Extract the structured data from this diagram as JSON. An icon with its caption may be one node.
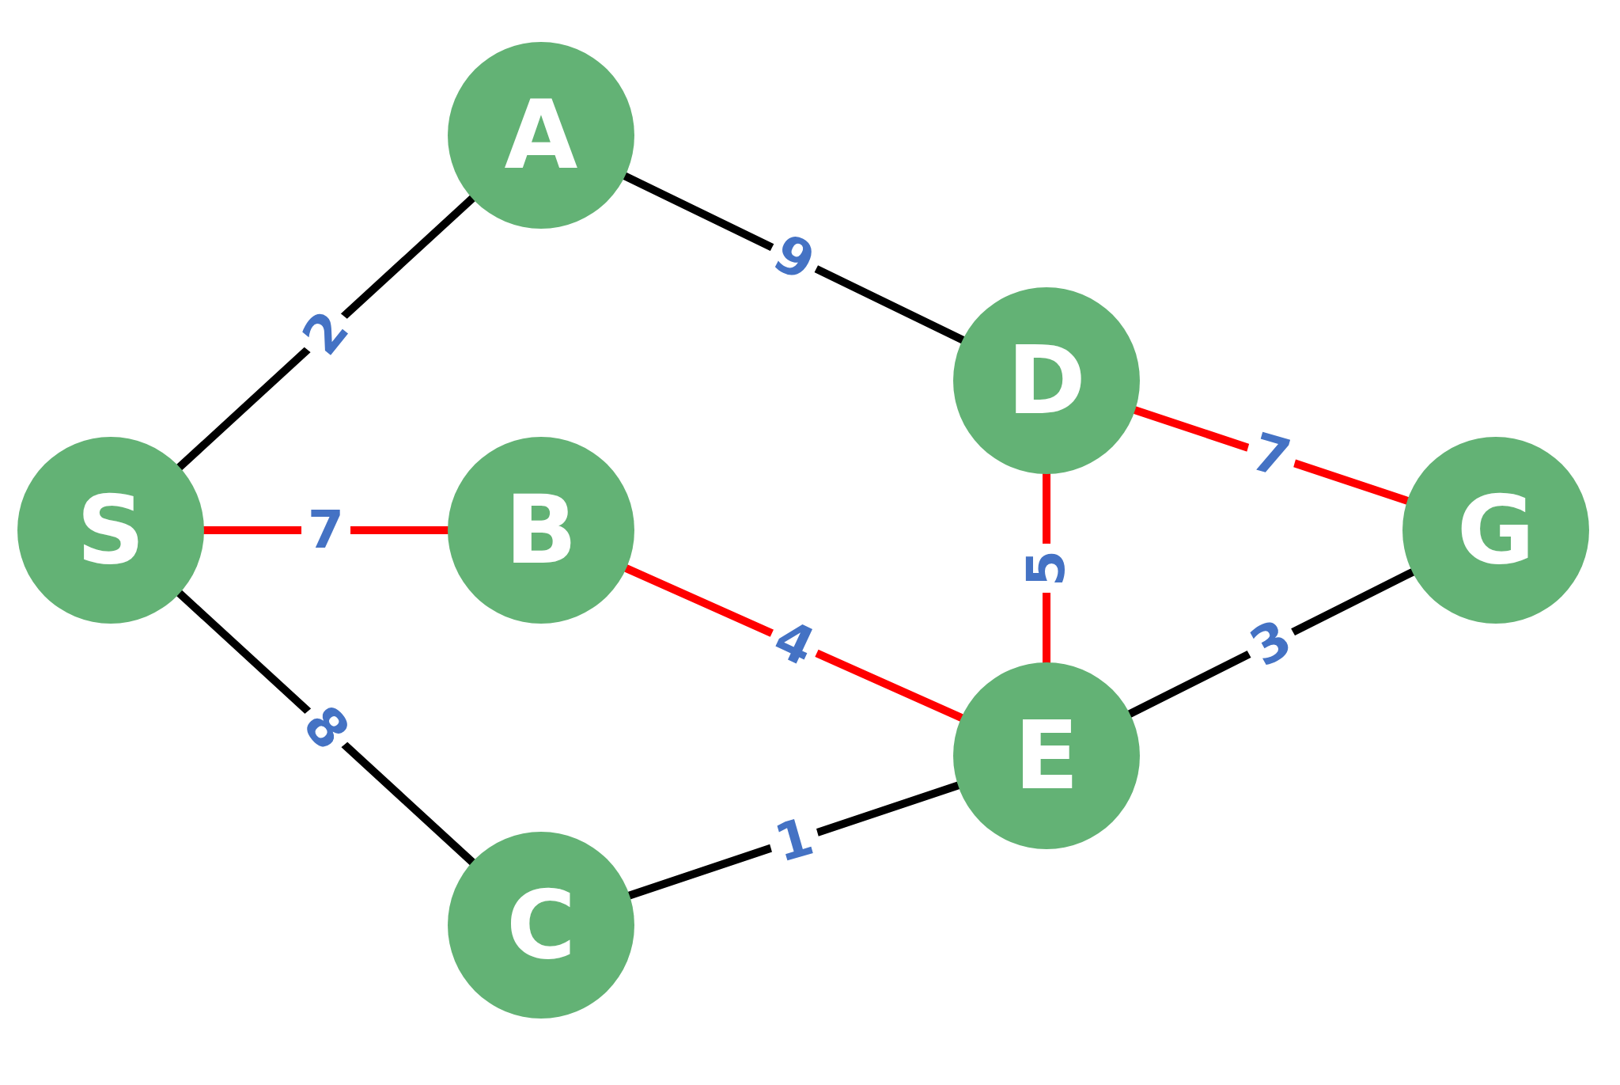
{
  "diagram": {
    "nodes": [
      {
        "text": [
          "S"
        ]
      },
      {
        "text": [
          "A"
        ]
      },
      {
        "text": [
          "B"
        ]
      },
      {
        "text": [
          "C"
        ]
      },
      {
        "text": [
          "D"
        ]
      },
      {
        "text": [
          "E"
        ]
      },
      {
        "text": [
          "G"
        ]
      }
    ],
    "edges": [
      {
        "from": 0,
        "to": 1,
        "arrow": "none",
        "label": "2"
      },
      {
        "from": 0,
        "to": 2,
        "arrow": "none",
        "label": "7",
        "color": "#ff0000"
      },
      {
        "from": 0,
        "to": 3,
        "arrow": "none",
        "label": "8"
      },
      {
        "from": 1,
        "to": 4,
        "arrow": "none",
        "label": "9"
      },
      {
        "from": 2,
        "to": 5,
        "arrow": "none",
        "label": "4",
        "color": "#ff0000"
      },
      {
        "from": 4,
        "to": 5,
        "arrow": "none",
        "label": "5",
        "color": "#ff0000"
      },
      {
        "from": 4,
        "to": 6,
        "arrow": "none",
        "label": "7",
        "color": "#ff0000"
      },
      {
        "from": 3,
        "to": 5,
        "arrow": "none",
        "label": "1"
      },
      {
        "from": 5,
        "to": 6,
        "arrow": "none",
        "label": "3"
      }
    ]
  }
}
